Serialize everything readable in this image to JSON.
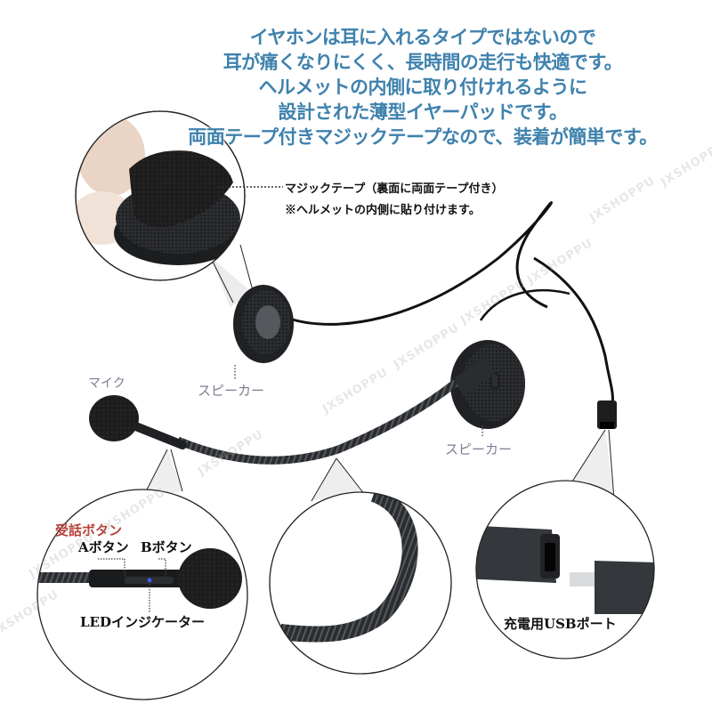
{
  "headline": {
    "lines": [
      "イヤホンは耳に入れるタイプではないので",
      "耳が痛くなりにくく、長時間の走行も快適です。",
      "ヘルメットの内側に取り付けれるように",
      "設計された薄型イヤーパッドです。",
      "両面テープ付きマジックテープなので、装着が簡単です。"
    ],
    "color": "#3f82ad"
  },
  "velcro_note": {
    "line1": "マジックテープ（裏面に両面テープ付き）",
    "line2": "※ヘルメットの内側に貼り付けます。"
  },
  "labels": {
    "speaker_left": "スピーカー",
    "speaker_right": "スピーカー",
    "mic": "マイク"
  },
  "mic_detail": {
    "call_button": "受話ボタン",
    "call_button_color": "#b5413b",
    "a_button": "Aボタン",
    "b_button": "Bボタン",
    "led": "LEDインジケーター"
  },
  "usb_detail": {
    "label": "充電用USBポート"
  },
  "watermark": "JXSHOPPU"
}
